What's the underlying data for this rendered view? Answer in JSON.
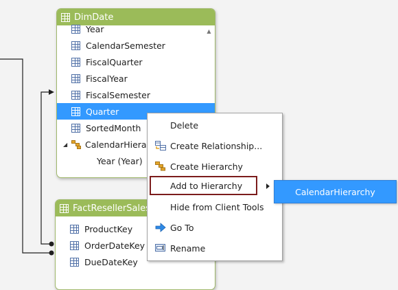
{
  "tables": {
    "dimdate": {
      "name": "DimDate",
      "columns": [
        "Year",
        "CalendarSemester",
        "FiscalQuarter",
        "FiscalYear",
        "FiscalSemester",
        "Quarter",
        "SortedMonth"
      ],
      "selected_column": "Quarter",
      "hierarchy": {
        "name": "CalendarHierarchy",
        "expanded": true,
        "levels": [
          "Year  (Year)"
        ]
      }
    },
    "factresellersales": {
      "name": "FactResellerSales",
      "columns": [
        "ProductKey",
        "OrderDateKey",
        "DueDateKey"
      ]
    }
  },
  "context_menu": {
    "items": [
      {
        "label": "Delete",
        "icon": "none"
      },
      {
        "label": "Create Relationship...",
        "icon": "relationship-icon"
      },
      {
        "label": "Create Hierarchy",
        "icon": "hierarchy-icon"
      },
      {
        "label": "Add to Hierarchy",
        "icon": "none",
        "has_submenu": true,
        "highlighted": true
      },
      {
        "label": "Hide from Client Tools",
        "icon": "none"
      },
      {
        "label": "Go To",
        "icon": "arrow-right-icon"
      },
      {
        "label": "Rename",
        "icon": "rename-icon"
      }
    ]
  },
  "submenu": {
    "items": [
      "CalendarHierarchy"
    ]
  },
  "colors": {
    "table_header": "#9bbb59",
    "selection": "#3399ff",
    "highlight_border": "#7b1b1b"
  }
}
